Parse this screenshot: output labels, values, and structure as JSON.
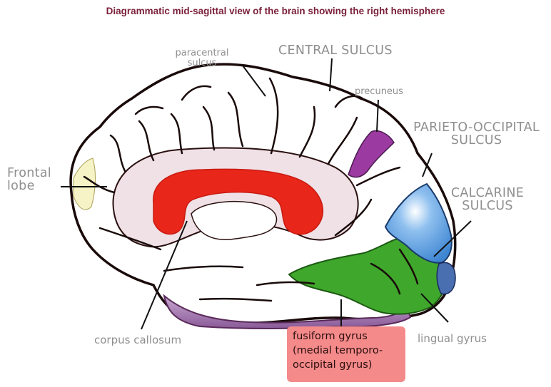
{
  "title": "Diagrammatic mid-sagittal view of the brain showing the right hemisphere",
  "labels": {
    "paracentral_1": "paracentral",
    "paracentral_2": "sulcus",
    "central_sulcus": "CENTRAL SULCUS",
    "precuneus": "precuneus",
    "parieto_1": "PARIETO-OCCIPITAL",
    "parieto_2": "SULCUS",
    "calcarine_1": "CALCARINE",
    "calcarine_2": "SULCUS",
    "frontal_1": "Frontal",
    "frontal_2": "lobe",
    "corpus_callosum": "corpus callosum",
    "fusiform_1": "fusiform gyrus",
    "fusiform_2": "(medial temporo-",
    "fusiform_3": "occipital gyrus)",
    "lingual_gyrus": "lingual gyrus"
  },
  "colors": {
    "title": "#7a1f3a",
    "label_gray": "#8f8f8f",
    "corpus_callosum": "#e8261a",
    "precuneus": "#9b3aa0",
    "occipital_blue": "#4a8fd6",
    "lingual_green": "#3fa82c",
    "temporal_purple": "#9a6aa6",
    "fusiform_box": "#f48a8a",
    "outline": "#1a0a0a"
  }
}
